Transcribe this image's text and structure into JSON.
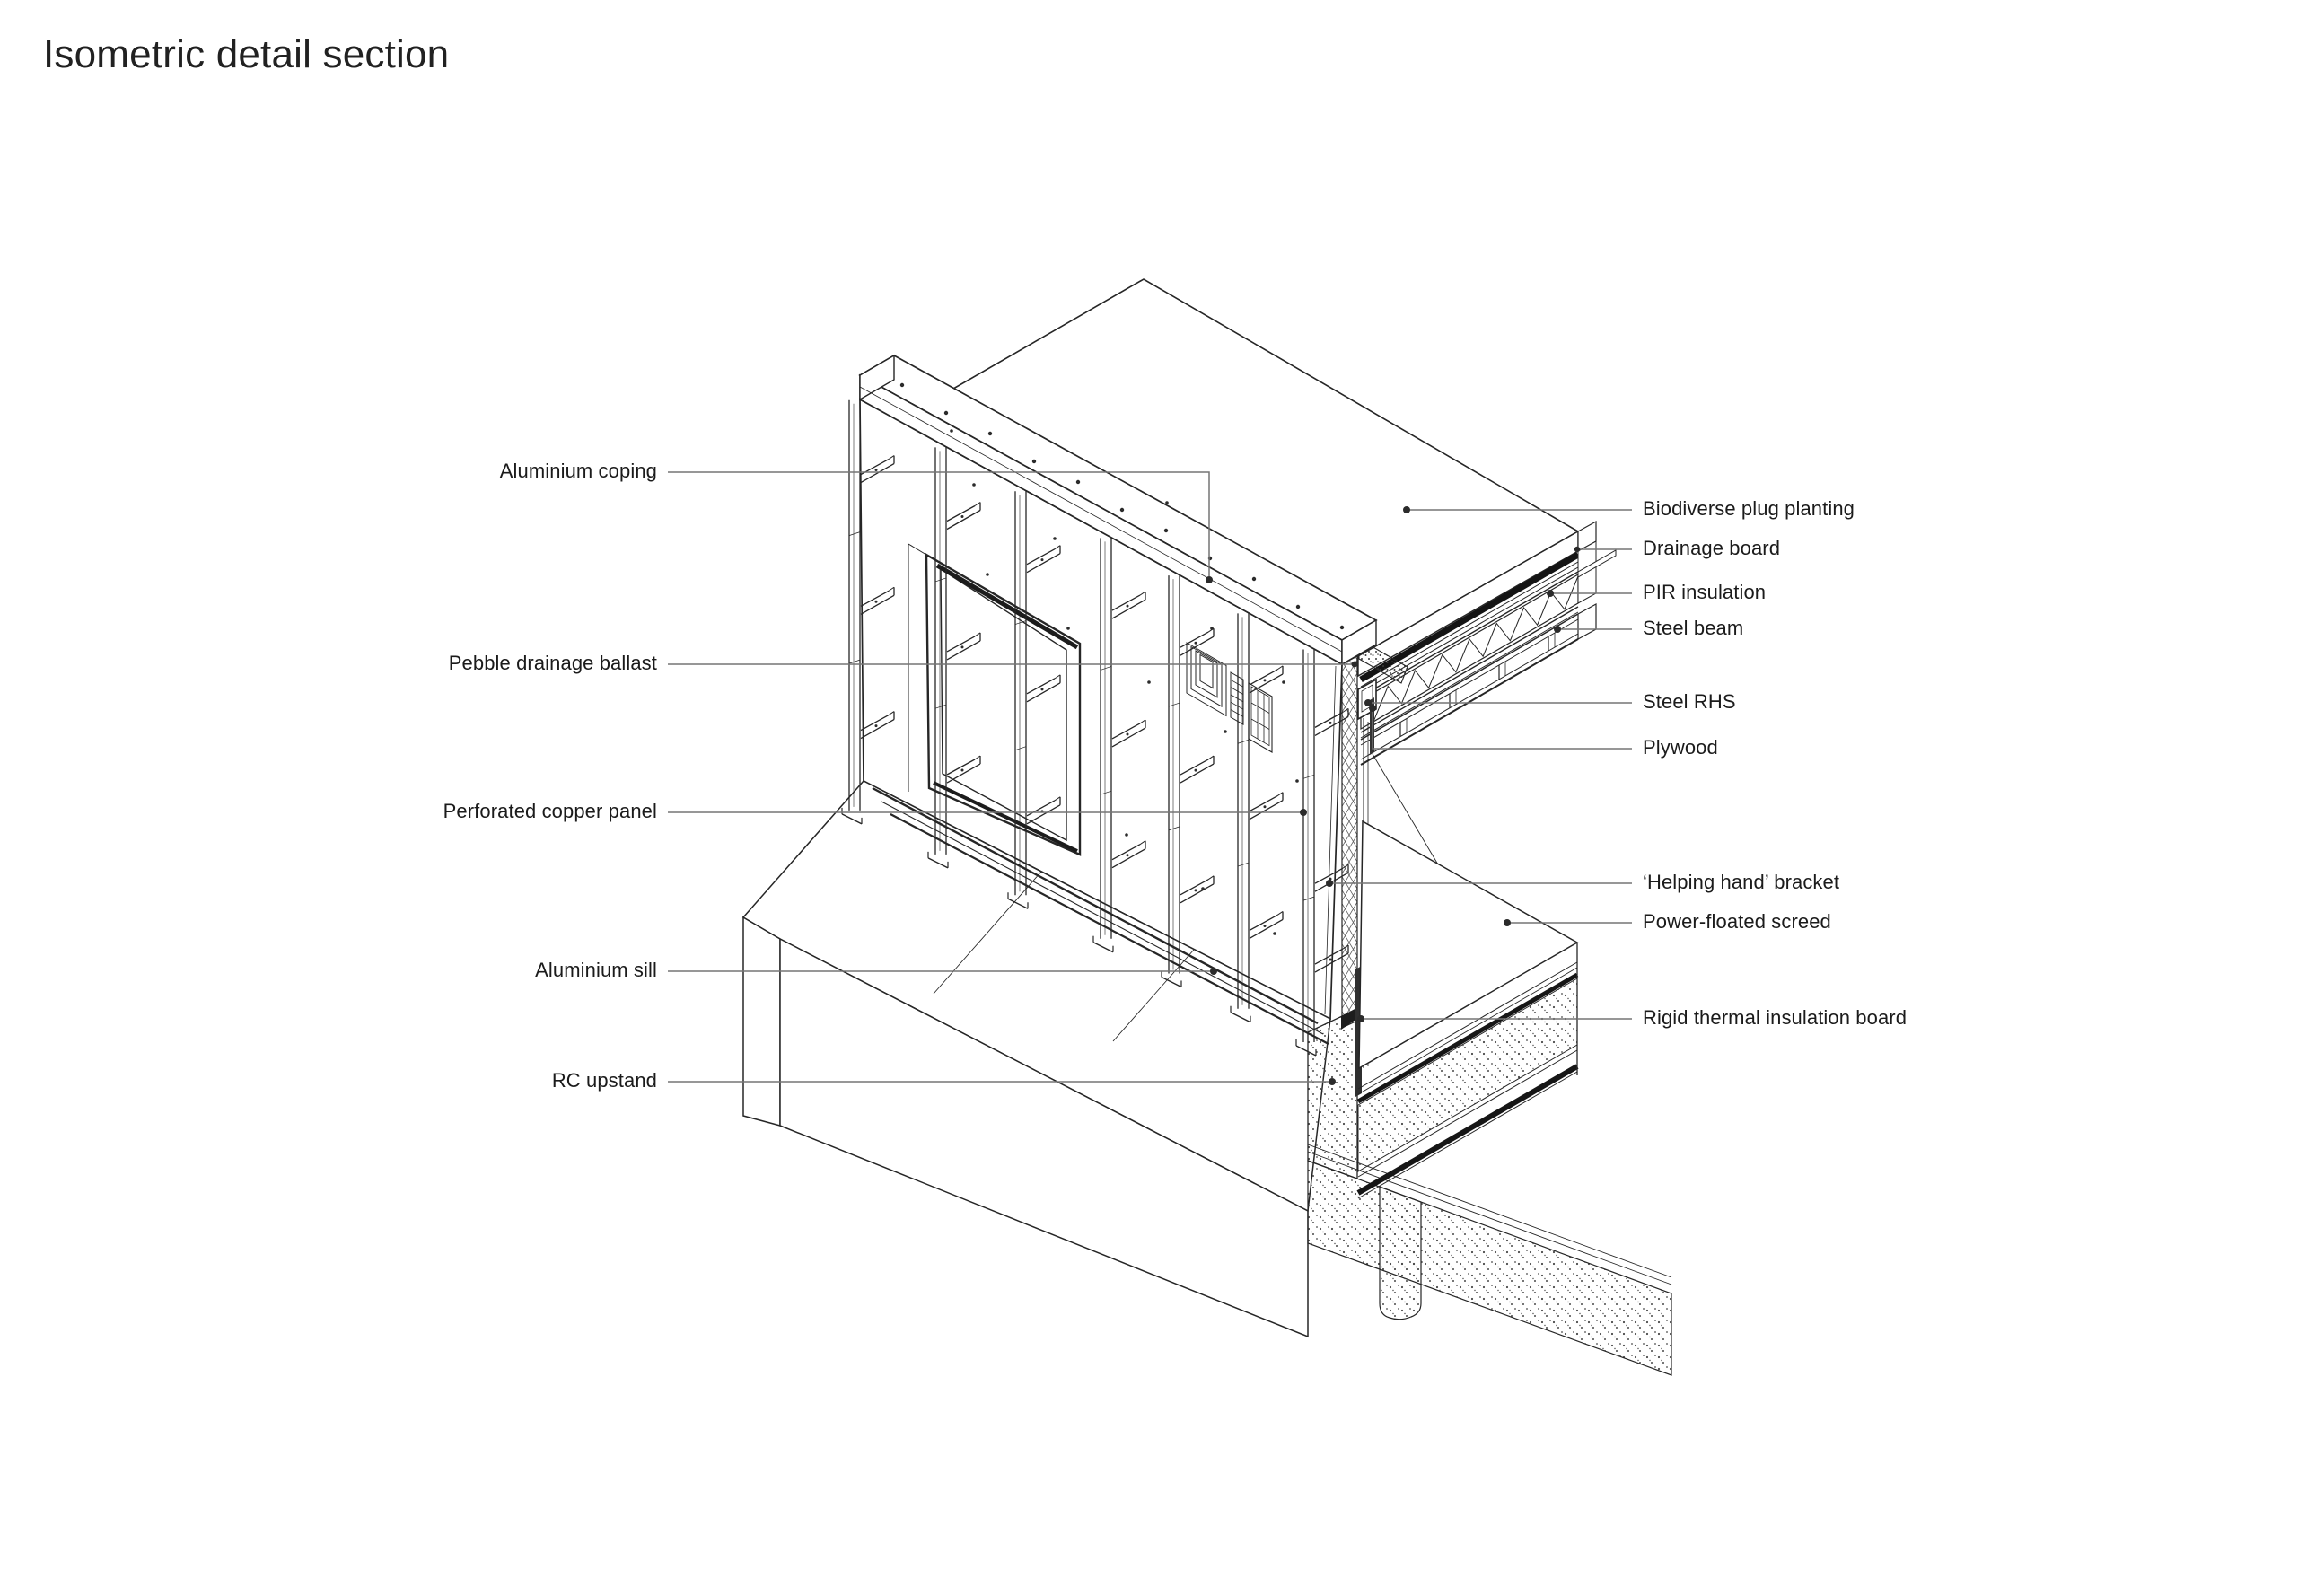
{
  "title": "Isometric detail section",
  "diagram": {
    "labels_left": [
      {
        "text": "Aluminium coping"
      },
      {
        "text": "Pebble drainage ballast"
      },
      {
        "text": "Perforated copper panel"
      },
      {
        "text": "Aluminium sill"
      },
      {
        "text": "RC upstand"
      }
    ],
    "labels_right": [
      {
        "text": "Biodiverse plug planting"
      },
      {
        "text": "Drainage board"
      },
      {
        "text": "PIR insulation"
      },
      {
        "text": "Steel beam"
      },
      {
        "text": "Steel RHS"
      },
      {
        "text": "Plywood"
      },
      {
        "text": "‘Helping hand’ bracket"
      },
      {
        "text": "Power-floated screed"
      },
      {
        "text": "Rigid thermal insulation board"
      }
    ],
    "colors": {
      "line": "#262626",
      "leader": "#757575",
      "dot": "#2b2b2b",
      "text": "#1b1b1b"
    }
  }
}
